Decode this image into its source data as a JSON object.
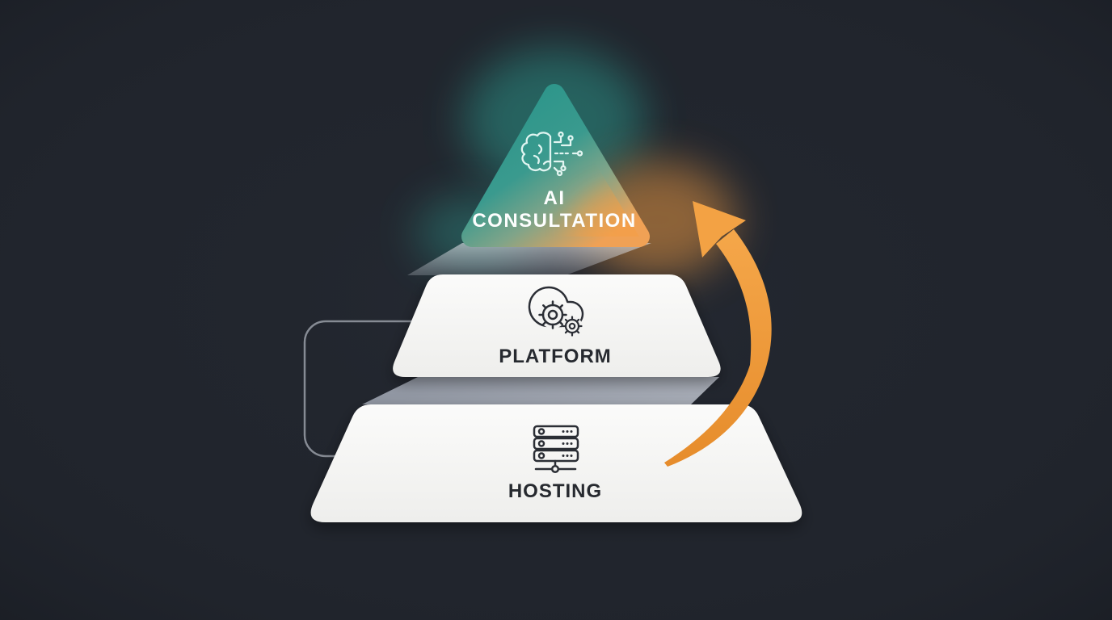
{
  "diagram": {
    "name": "services-pyramid",
    "background_color": "#21252d",
    "tiers": [
      {
        "id": "ai-consultation",
        "label_line1": "AI",
        "label_line2": "CONSULTATION",
        "icon": "ai-brain-circuit-icon",
        "gradient_start": "#2b958a",
        "gradient_end": "#f0a155",
        "text_color": "#ffffff",
        "position": "top"
      },
      {
        "id": "platform",
        "label": "PLATFORM",
        "icon": "cloud-gears-icon",
        "fill": "#f4f4f3",
        "text_color": "#26292f",
        "position": "middle"
      },
      {
        "id": "hosting",
        "label": "HOSTING",
        "icon": "server-rack-icon",
        "fill": "#f4f4f3",
        "text_color": "#26292f",
        "position": "bottom"
      }
    ],
    "arrow": {
      "name": "growth-arrow",
      "color": "#f09c3c",
      "direction": "up"
    },
    "decor": {
      "outline_box_color": "#868b94",
      "shadow_band_color": "#9ba0ab",
      "glow_teal": "#2ec4b0",
      "glow_orange": "#f59e42"
    }
  }
}
